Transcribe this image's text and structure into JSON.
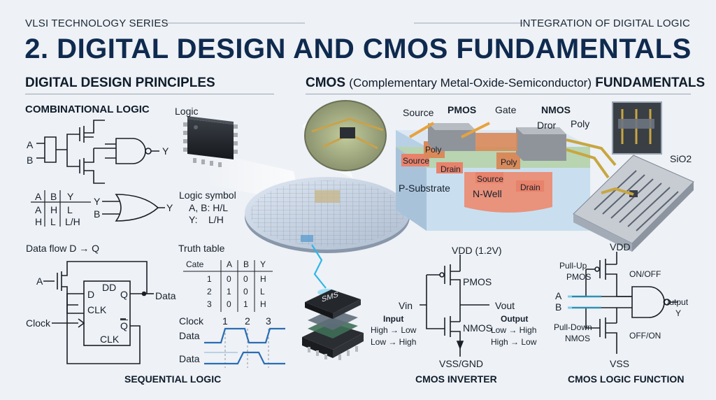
{
  "header": {
    "series": "VLSI TECHNOLOGY SERIES",
    "topic": "INTEGRATION OF DIGITAL LOGIC",
    "title": "2. DIGITAL DESIGN AND CMOS FUNDAMENTALS"
  },
  "left": {
    "heading": "DIGITAL DESIGN PRINCIPLES",
    "combinational": {
      "title": "COMBINATIONAL LOGIC",
      "in_a": "A",
      "in_b": "B",
      "out_y": "Y",
      "logic_label": "Logic",
      "table": {
        "headers": [
          "A",
          "B",
          "Y"
        ],
        "row": [
          "A",
          "H",
          "L"
        ],
        "row2": [
          "H",
          "L",
          "L/H"
        ]
      },
      "or_in_y": "Y",
      "or_in_b": "B",
      "or_out": "Y",
      "symbol_title": "Logic symbol",
      "symbol_line1": "A, B: H/L",
      "symbol_line2": "Y:    L/H"
    },
    "sequential": {
      "dataflow": "Data flow D → Q",
      "in_a": "A",
      "clock": "Clock",
      "ff_d": "D",
      "ff_dd": "DD",
      "ff_q": "Q",
      "ff_clk": "CLK",
      "ff_qbar": "Q",
      "ff_clk2": "CLK",
      "data_out": "Data",
      "title": "SEQUENTIAL LOGIC",
      "truth_title": "Truth table",
      "truth": {
        "headers": [
          "Cate",
          "A",
          "B",
          "Y"
        ],
        "rows": [
          [
            "1",
            "0",
            "0",
            "H"
          ],
          [
            "2",
            "1",
            "0",
            "L"
          ],
          [
            "3",
            "0",
            "1",
            "H"
          ]
        ]
      },
      "timing": {
        "clock": "Clock",
        "ticks": [
          "1",
          "2",
          "3"
        ],
        "data1": "Data",
        "data2": "Data"
      }
    }
  },
  "center": {
    "chip_label": "SMS"
  },
  "right": {
    "heading_bold": "CMOS",
    "heading_light": "(Complementary Metal-Oxide-Semiconductor)",
    "heading_bold2": "FUNDAMENTALS",
    "cross": {
      "source": "Source",
      "pmos": "PMOS",
      "gate": "Gate",
      "nmos": "NMOS",
      "dror": "Dror",
      "poly_top": "Poly",
      "sio2": "SiO2",
      "poly1": "Poly",
      "poly2": "Poly",
      "source_l": "Source",
      "drain_l": "Drain",
      "source_r": "Source",
      "drain_r": "Drain",
      "psub": "P-Substrate",
      "nwell": "N-Well"
    },
    "inverter": {
      "vdd": "VDD (1.2V)",
      "pmos": "PMOS",
      "nmos": "NMOS",
      "vin": "Vin",
      "vout": "Vout",
      "input": "Input",
      "in1": "High → Low",
      "in2": "Low → High",
      "output": "Output",
      "out1": "Low → High",
      "out2": "High → Low",
      "vss": "VSS/GND",
      "title": "CMOS INVERTER"
    },
    "logicfn": {
      "vdd": "VDD",
      "pullup1": "Pull-Up",
      "pullup2": "PMOS",
      "onoff": "ON/OFF",
      "a": "A",
      "b": "B",
      "output": "Output",
      "y": "Y",
      "pulldown1": "Pull-Down",
      "pulldown2": "NMOS",
      "offon": "OFF/ON",
      "vss": "VSS",
      "title": "CMOS LOGIC FUNCTION"
    }
  },
  "colors": {
    "title": "#0f2a4f",
    "wire": "#1a1f27",
    "signal": "#2a6db5",
    "substrate": "#c9dff0",
    "source_drain": "#e8826a",
    "nwell": "#e9927c",
    "poly": "#d98a5a",
    "metal": "#c8a640",
    "glow": "#2fb6e8"
  }
}
